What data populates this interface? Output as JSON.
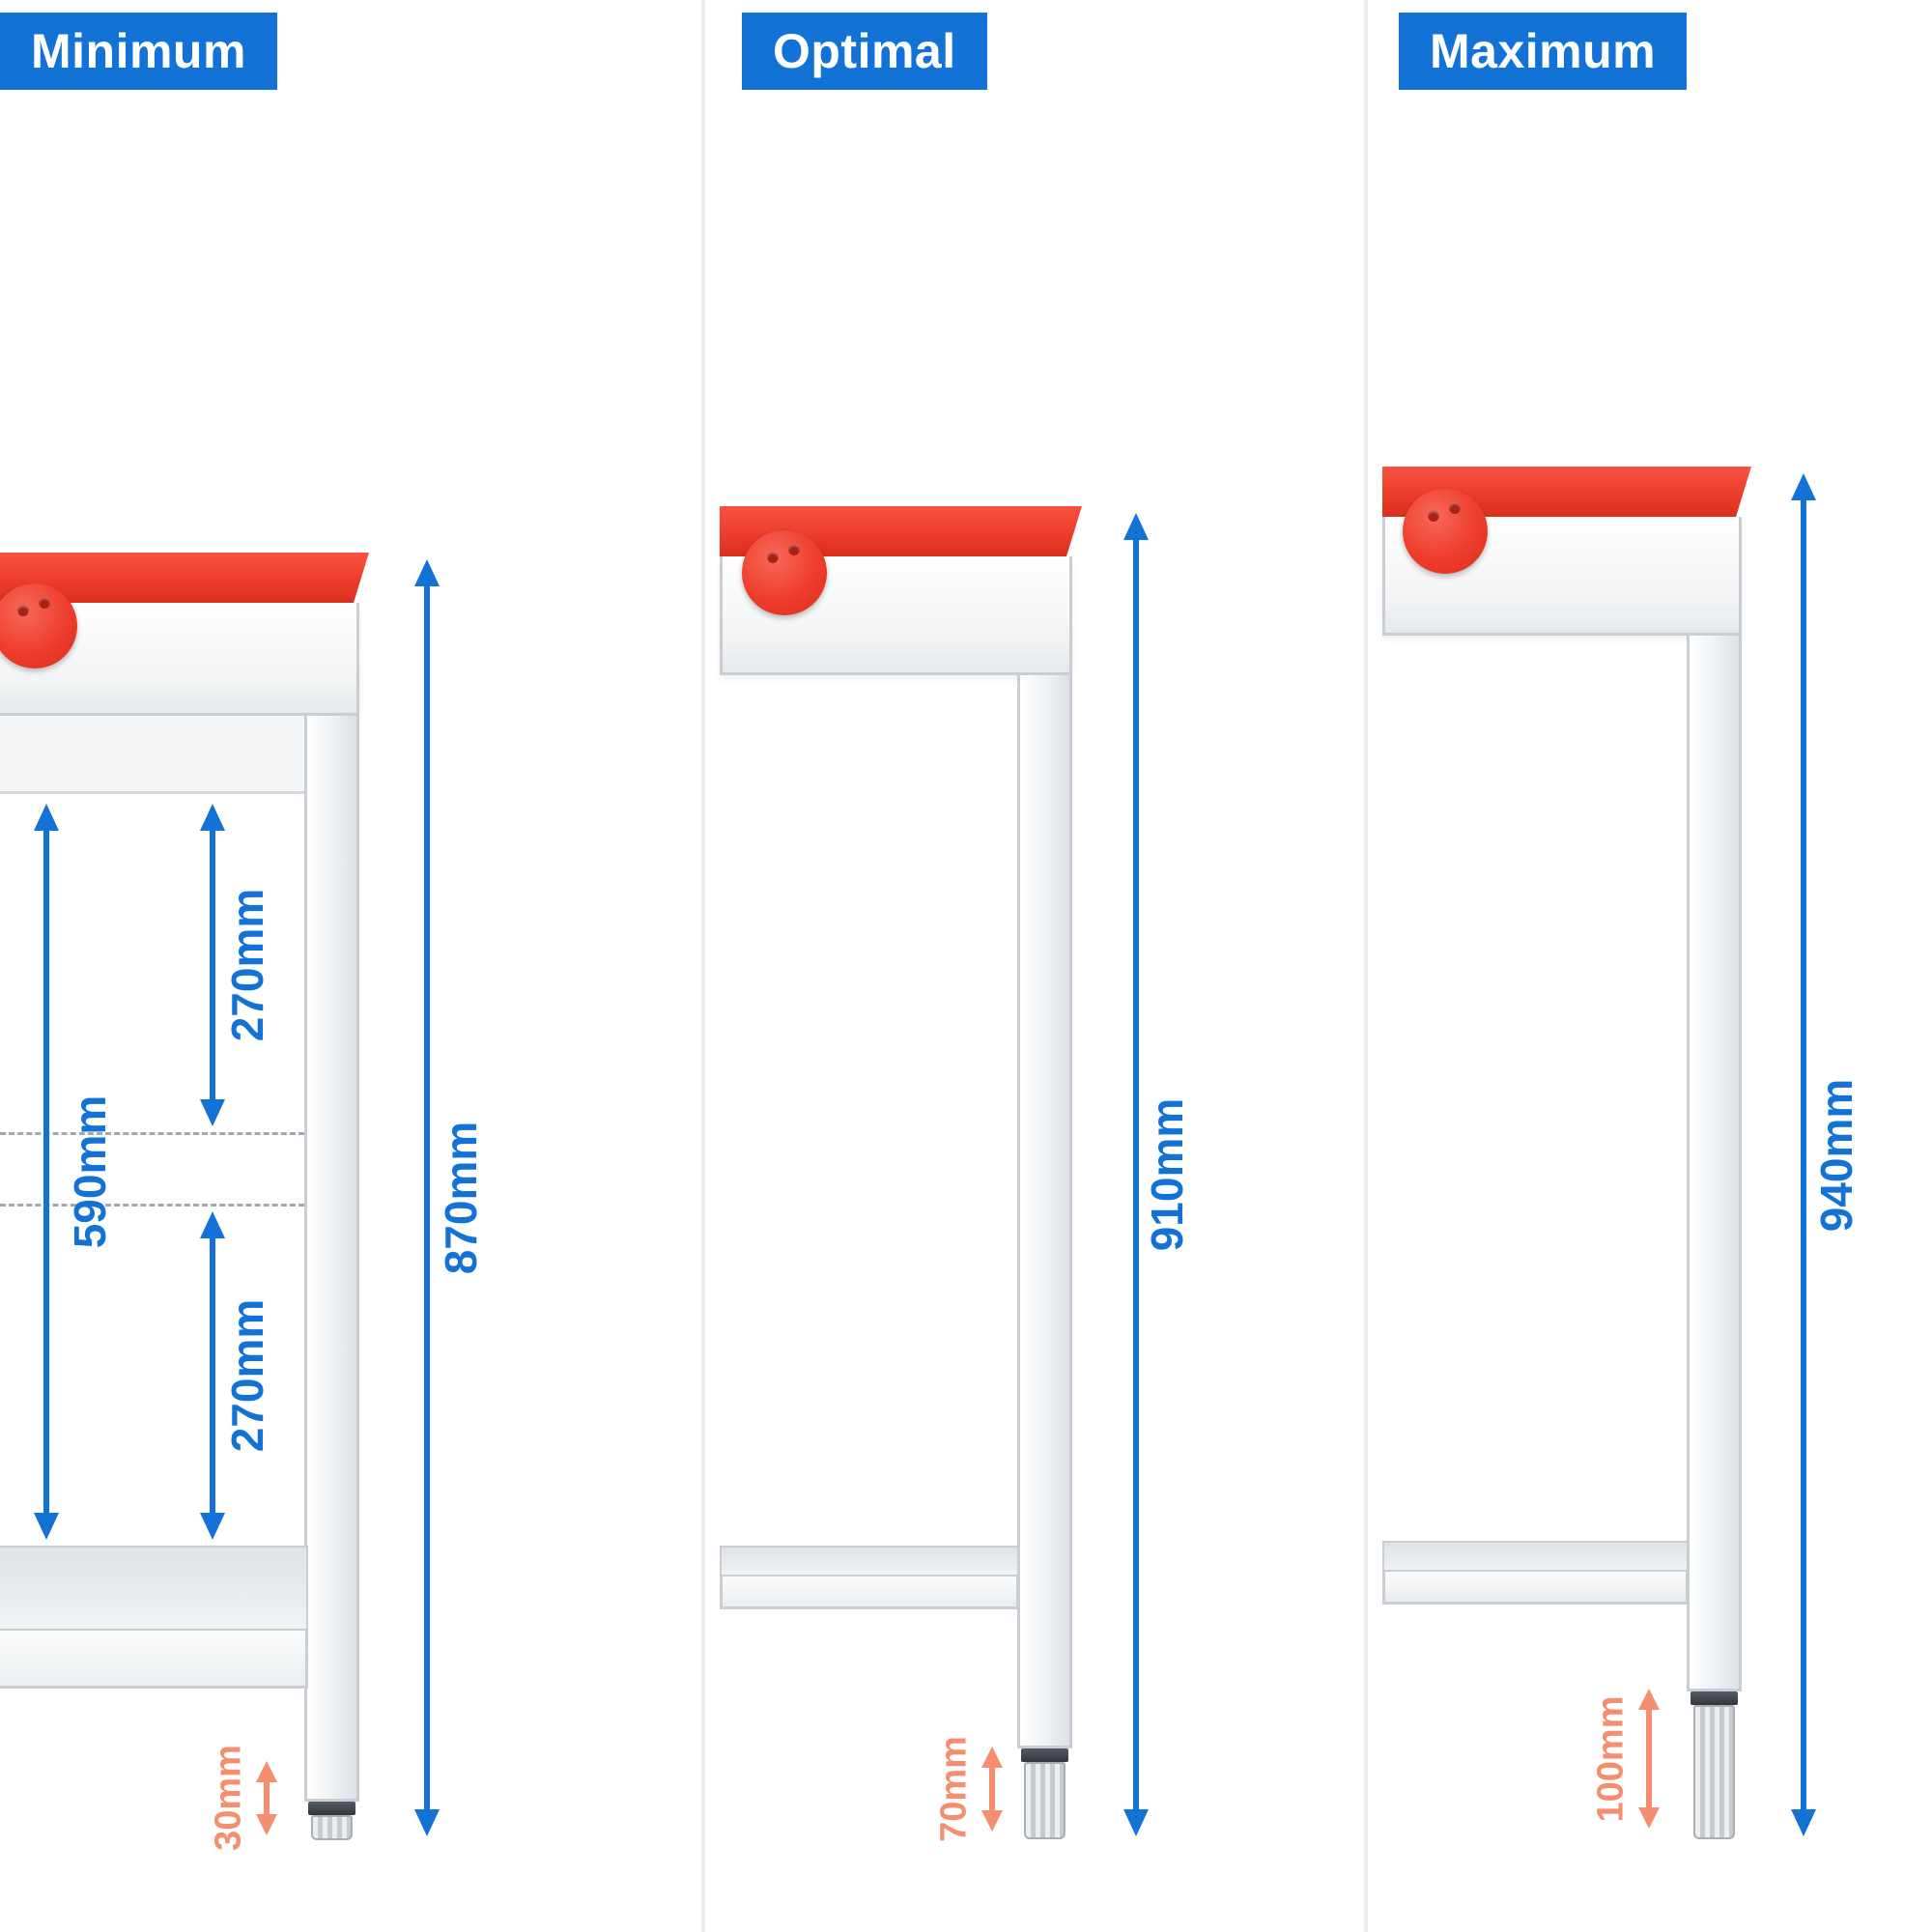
{
  "panels": [
    {
      "label": "Minimum",
      "total_height": "870mm",
      "dimensions": {
        "inner_height": "590mm",
        "upper_span": "270mm",
        "lower_span": "270mm",
        "foot_adjustment": "30mm"
      }
    },
    {
      "label": "Optimal",
      "total_height": "910mm",
      "dimensions": {
        "foot_adjustment": "70mm"
      }
    },
    {
      "label": "Maximum",
      "total_height": "940mm",
      "dimensions": {
        "foot_adjustment": "100mm"
      }
    }
  ],
  "colors": {
    "header_blue": "#1272d5",
    "dimension_blue": "#1272d5",
    "tabletop_red": "#ee3d2c",
    "foot_dimension_orange": "#f58d70"
  }
}
